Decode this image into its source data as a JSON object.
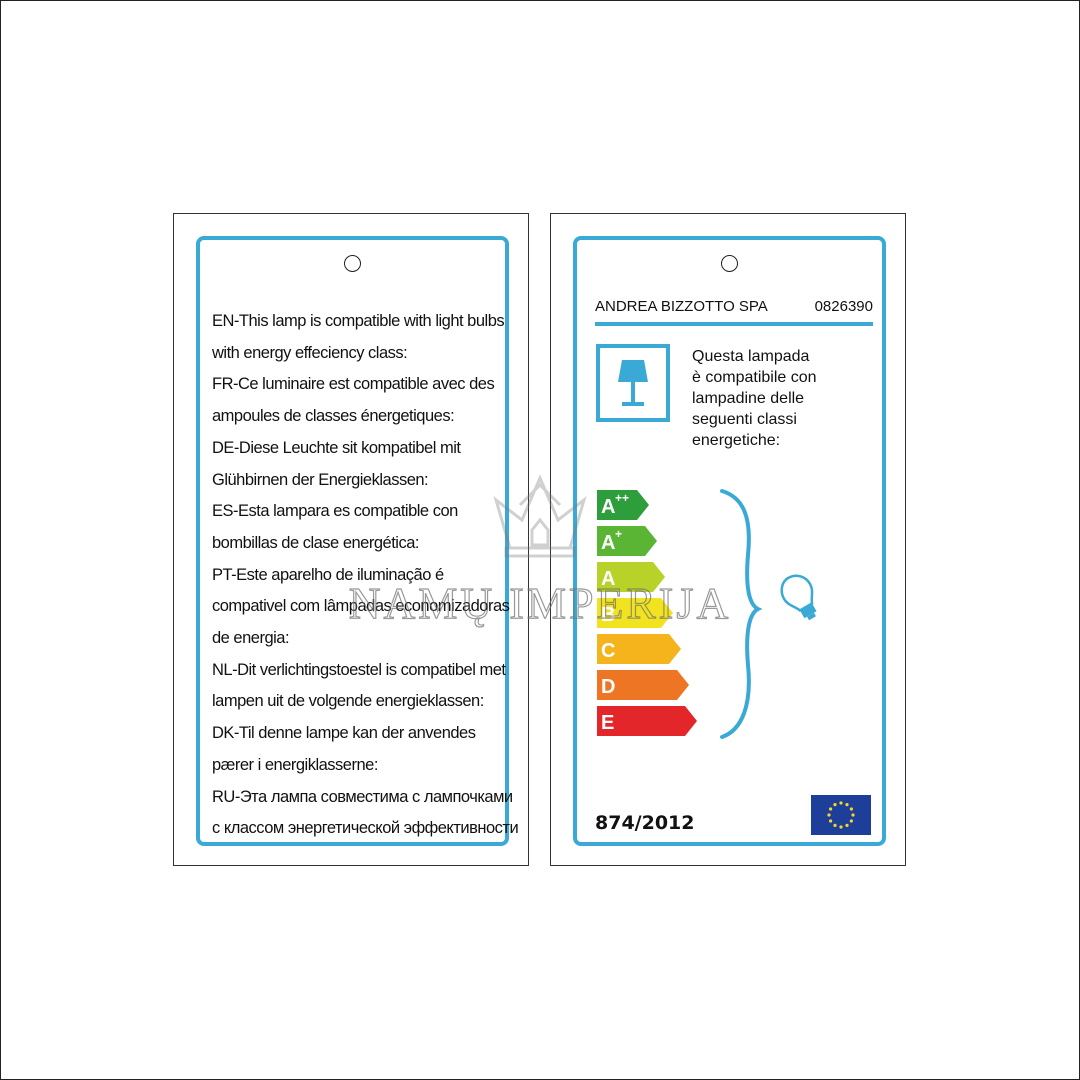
{
  "left_card": {
    "lines": [
      "EN-This lamp is compatible with light bulbs",
      "with energy effeciency class:",
      "FR-Ce luminaire est compatible avec des",
      "ampoules de classes énergetiques:",
      "DE-Diese Leuchte sit kompatibel mit",
      "Glühbirnen der Energieklassen:",
      "ES-Esta lampara es compatible con",
      "bombillas de clase energética:",
      "PT-Este aparelho de iluminação é",
      "compativel com lâmpadas economizadoras",
      "de energia:",
      "NL-Dit verlichtingstoestel is compatibel met",
      "lampen uit de volgende energieklassen:",
      "DK-Til denne lampe kan der anvendes",
      "pærer i energiklasserne:",
      "RU-Эта лампа совместима с лампочками",
      "с классом энергетической эффективности"
    ]
  },
  "right_card": {
    "brand": "ANDREA BIZZOTTO SPA",
    "code": "0826390",
    "italian_lines": [
      "Questa lampada",
      "è compatibile con",
      "lampadine delle",
      "seguenti classi",
      "energetiche:"
    ],
    "regulation": "874/2012",
    "icons": {
      "lamp": "table-lamp-icon",
      "bulb": "light-bulb-icon",
      "flag": "eu-flag-icon"
    },
    "energy_classes": [
      {
        "label": "A",
        "sup": "++",
        "color": "#2e9e3c"
      },
      {
        "label": "A",
        "sup": "+",
        "color": "#5bb534"
      },
      {
        "label": "A",
        "sup": "",
        "color": "#b8d22a"
      },
      {
        "label": "B",
        "sup": "",
        "color": "#f1e31f"
      },
      {
        "label": "C",
        "sup": "",
        "color": "#f5b41c"
      },
      {
        "label": "D",
        "sup": "",
        "color": "#ee7523"
      },
      {
        "label": "E",
        "sup": "",
        "color": "#e2262a"
      }
    ],
    "accent_color": "#3aa9d6"
  },
  "watermark": {
    "text": "NAMŲ IMPERIJA"
  }
}
